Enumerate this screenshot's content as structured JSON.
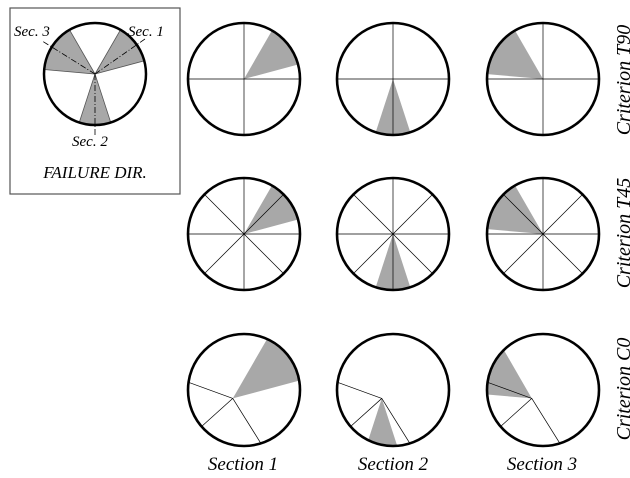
{
  "inset": {
    "caption": "FAILURE DIR.",
    "sector_labels": {
      "sec1": "Sec. 1",
      "sec2": "Sec. 2",
      "sec3": "Sec. 3"
    }
  },
  "row_labels": [
    "Criterion T90",
    "Criterion T45",
    "Criterion C0"
  ],
  "column_labels": [
    "Section 1",
    "Section 2",
    "Section 3"
  ],
  "colors": {
    "stroke": "#000000",
    "sector_fill": "#a8a8a8",
    "background": "#ffffff"
  },
  "failure_sectors_deg": {
    "section_1": [
      15,
      60
    ],
    "section_2": [
      252,
      288
    ],
    "section_3": [
      120,
      175
    ]
  },
  "criteria": {
    "T90": {
      "lines_deg": [
        0,
        90,
        180,
        270
      ]
    },
    "T45": {
      "lines_deg": [
        0,
        45,
        90,
        135,
        180,
        225,
        270,
        315
      ]
    },
    "C0": {
      "center_offset": [
        -0.2,
        0.15
      ],
      "lines_deg": {
        "section_1": [
          160,
          222,
          302
        ],
        "section_2": [
          160,
          222,
          302
        ],
        "section_3": [
          160,
          222,
          302
        ]
      }
    }
  }
}
